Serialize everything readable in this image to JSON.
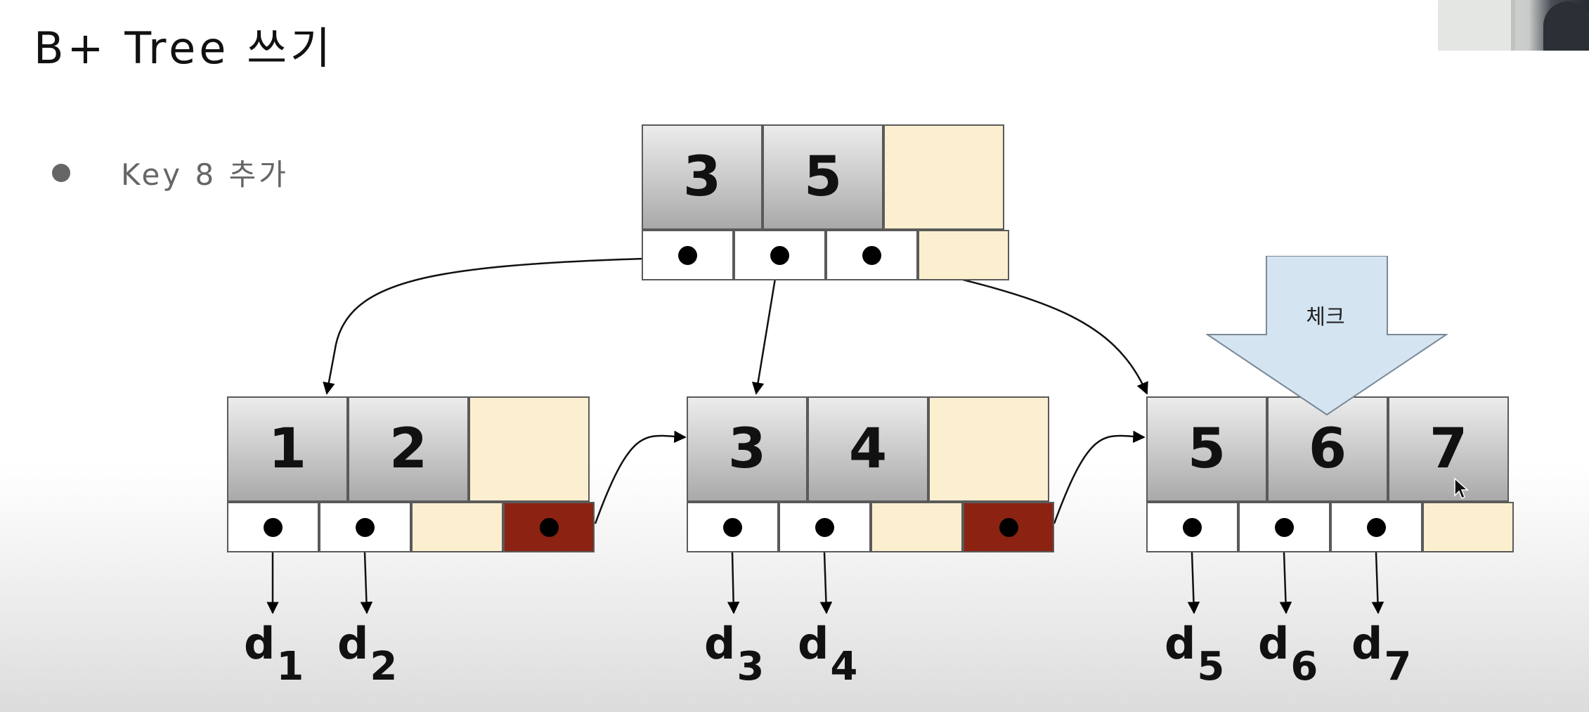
{
  "slide": {
    "title": "B+ Tree 쓰기",
    "bullet": "Key 8 추가"
  },
  "callout": {
    "label": "체크",
    "color": "#d4e4f1"
  },
  "colors": {
    "empty_slot": "#fcefd0",
    "next_pointer": "#8c2212",
    "key_cell": "#c8c8c8"
  },
  "tree": {
    "root": {
      "keys": [
        "3",
        "5",
        ""
      ]
    },
    "leaves": [
      {
        "keys": [
          "1",
          "2",
          ""
        ],
        "data": [
          {
            "d": "d",
            "sub": "1"
          },
          {
            "d": "d",
            "sub": "2"
          }
        ]
      },
      {
        "keys": [
          "3",
          "4",
          ""
        ],
        "data": [
          {
            "d": "d",
            "sub": "3"
          },
          {
            "d": "d",
            "sub": "4"
          }
        ]
      },
      {
        "keys": [
          "5",
          "6",
          "7"
        ],
        "data": [
          {
            "d": "d",
            "sub": "5"
          },
          {
            "d": "d",
            "sub": "6"
          },
          {
            "d": "d",
            "sub": "7"
          }
        ]
      }
    ]
  }
}
